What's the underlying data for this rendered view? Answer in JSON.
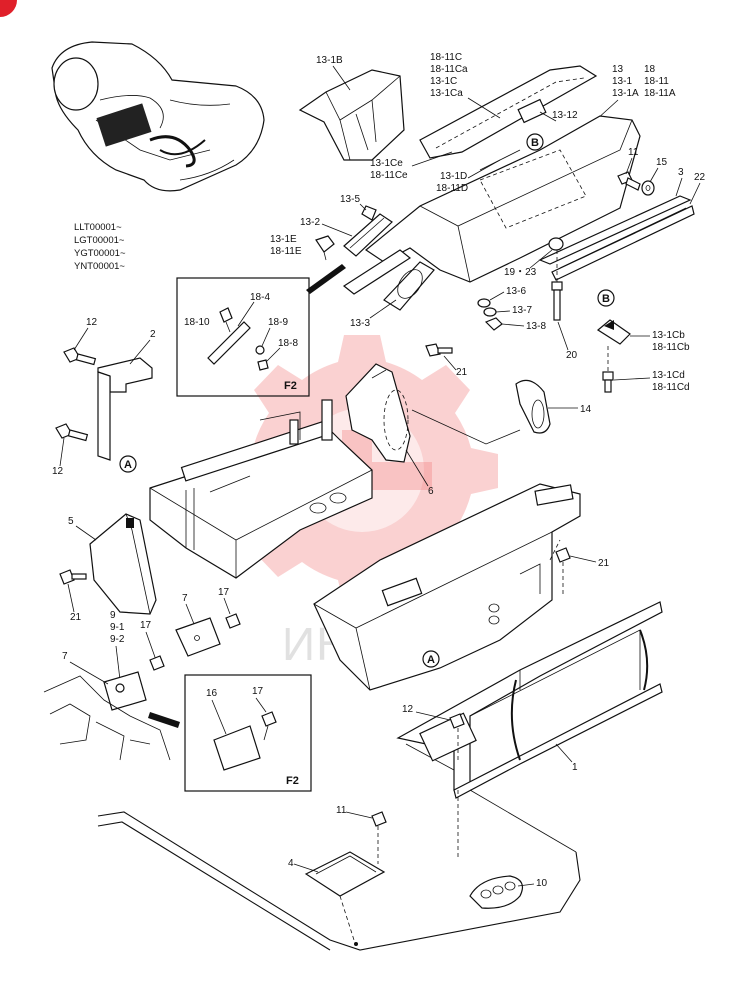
{
  "serials": [
    "LLT00001~",
    "LGT00001~",
    "YGT00001~",
    "YNT00001~"
  ],
  "watermark": {
    "text": "ИНТЕХ",
    "color": "#f07a7a"
  },
  "corner_badge_color": "#e0202a",
  "callouts": {
    "c13_1B": "13-1B",
    "c18_11C_group": [
      "18-11C",
      "18-11Ca",
      "13-1C",
      "13-1Ca"
    ],
    "c13_group_a": [
      "13",
      "13-1",
      "13-1A"
    ],
    "c18_group_b": [
      "18",
      "18-11",
      "18-11A"
    ],
    "c13_12": "13-12",
    "c13_1Ce": [
      "13-1Ce",
      "18-11Ce"
    ],
    "c13_1D": [
      "13-1D",
      "18-11D"
    ],
    "c11_top": "11",
    "c15": "15",
    "c3": "3",
    "c22": "22",
    "c13_5": "13-5",
    "c13_2": "13-2",
    "c13_1E": [
      "13-1E",
      "18-11E"
    ],
    "c19_23": "19・23",
    "c13_6": "13-6",
    "c13_7": "13-7",
    "c13_8": "13-8",
    "c13_3": "13-3",
    "c20": "20",
    "c13_1Cb": [
      "13-1Cb",
      "18-11Cb"
    ],
    "c13_1Cd": [
      "13-1Cd",
      "18-11Cd"
    ],
    "c12_a": "12",
    "c2": "2",
    "c12_b": "12",
    "c21_top": "21",
    "c14": "14",
    "c6": "6",
    "c5": "5",
    "c21_left": "21",
    "c21_right": "21",
    "c7_a": "7",
    "c17_a": "17",
    "c9_group": [
      "9",
      "9-1",
      "9-2"
    ],
    "c17_b": "17",
    "c7_b": "7",
    "c12_c": "12",
    "c1": "1",
    "c11_bottom": "11",
    "c4": "4",
    "c10": "10"
  },
  "inset_f2_top": {
    "title": "F2",
    "labels": {
      "c18_4": "18-4",
      "c18_10": "18-10",
      "c18_9": "18-9",
      "c18_8": "18-8"
    }
  },
  "inset_f2_bottom": {
    "title": "F2",
    "labels": {
      "c16": "16",
      "c17": "17"
    }
  },
  "ref_markers": {
    "a1": "A",
    "a2": "A",
    "b1": "B",
    "b2": "B"
  }
}
